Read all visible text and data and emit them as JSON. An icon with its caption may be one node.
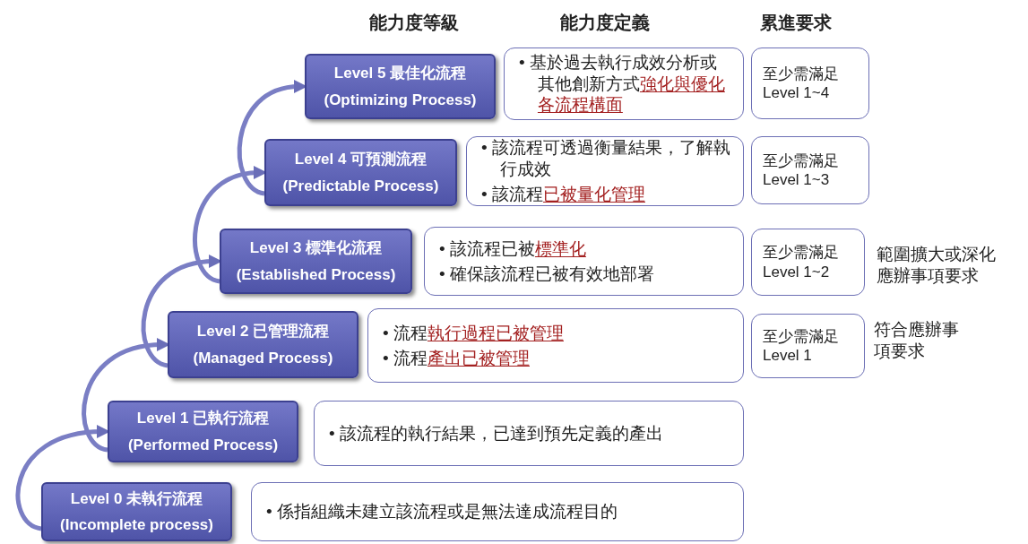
{
  "diagram": {
    "nodes": [
      {
        "text": [
          "Level 5 最佳化流程",
          "(Optimizing Process)"
        ]
      },
      {
        "text": [
          "• 基於過去執行成效分析或其他創新方式**強化與優化各流程構面**"
        ]
      },
      {
        "text": [
          "至少需滿足",
          "Level 1~4"
        ]
      },
      {
        "text": [
          "Level 4 可預測流程",
          "(Predictable Process)"
        ]
      },
      {
        "text": [
          "• 該流程可透過衡量結果，了解執行成效",
          "• 該流程**已被量化管理**"
        ]
      },
      {
        "text": [
          "至少需滿足",
          "Level 1~3"
        ]
      },
      {
        "text": [
          "Level 3 標準化流程",
          "(Established Process)"
        ]
      },
      {
        "text": [
          "• 該流程已被**標準化**",
          "• 確保該流程已被有效地部署"
        ]
      },
      {
        "text": [
          "至少需滿足",
          "Level 1~2"
        ],
        "beside": [
          "範圍擴大或深化應辦事項要求"
        ]
      },
      {
        "text": [
          "Level 2 已管理流程",
          "(Managed Process)"
        ]
      },
      {
        "text": [
          "• 流程**執行過程已被管理**",
          "• 流程**產出已被管理**"
        ]
      },
      {
        "text": [
          "至少需滿足",
          "Level 1"
        ],
        "beside": [
          "符合應辦事項要求"
        ]
      },
      {
        "text": [
          "Level 1 已執行流程",
          "(Performed Process)"
        ]
      },
      {
        "text": [
          "• 該流程的執行結果，已達到預先定義的產出"
        ]
      },
      {
        "text": [
          "Level 0  未執行流程",
          "(Incomplete process)"
        ]
      },
      {
        "text": [
          "• 係指組織未建立該流程或是無法達成流程目的"
        ]
      }
    ],
    "edges": [
      {
        "from": 14,
        "to": 12,
        "arrow": "to"
      },
      {
        "from": 12,
        "to": 9,
        "arrow": "to"
      },
      {
        "from": 9,
        "to": 6,
        "arrow": "to"
      },
      {
        "from": 6,
        "to": 3,
        "arrow": "to"
      },
      {
        "from": 3,
        "to": 0,
        "arrow": "to"
      }
    ],
    "labels": [
      "能力度等級",
      "能力度定義",
      "累進要求"
    ]
  }
}
